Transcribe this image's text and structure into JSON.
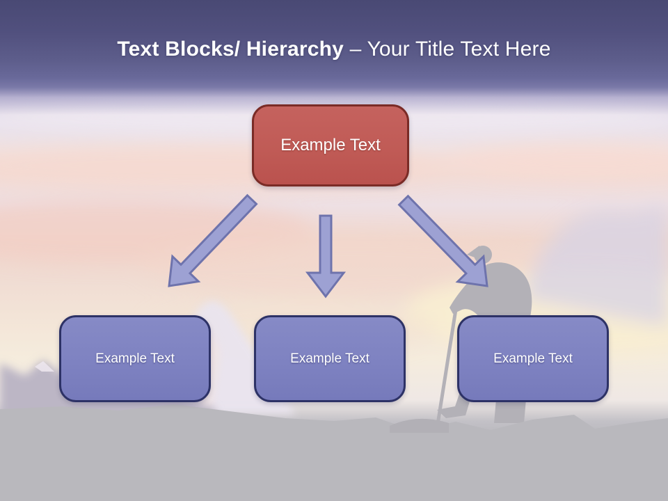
{
  "slide_title": {
    "emphasis": "Text Blocks/ Hierarchy ",
    "subtitle": "– Your Title Text Here"
  },
  "diagram": {
    "root": {
      "label": "Example Text"
    },
    "children": [
      {
        "label": "Example Text"
      },
      {
        "label": "Example Text"
      },
      {
        "label": "Example Text"
      }
    ],
    "connectors": [
      {
        "name": "arrow-down-left"
      },
      {
        "name": "arrow-down"
      },
      {
        "name": "arrow-down-right"
      }
    ]
  },
  "colors": {
    "root_fill": "#c05b56",
    "root_border": "#7a2b26",
    "child_fill": "#7e82c1",
    "child_border": "#2d3266",
    "arrow_fill": "#9da1d3",
    "arrow_border": "#6e73ac",
    "header_gradient_top": "#494974",
    "header_gradient_bottom": "#6f6f9d",
    "title_text": "#ffffff",
    "box_text": "#ffffff",
    "foreground_gray": "#b9b8bd",
    "silhouette_gray": "#b3b1b7"
  },
  "background": {
    "scene": "mountain-sunset-photo-with-hiker-silhouette"
  }
}
